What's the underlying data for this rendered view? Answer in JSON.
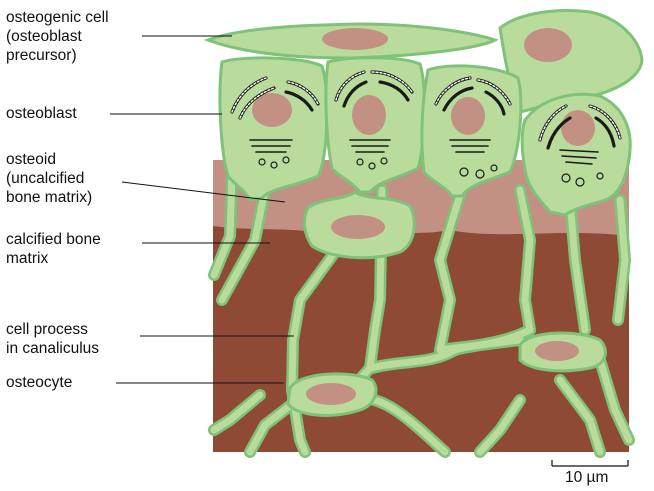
{
  "labels": {
    "osteogenic": "osteogenic cell\n(osteoblast\nprecursor)",
    "osteoblast": "osteoblast",
    "osteoid": "osteoid\n(uncalcified\nbone matrix)",
    "calcified": "calcified bone\nmatrix",
    "cell_process": "cell process\nin canaliculus",
    "osteocyte": "osteocyte"
  },
  "scale_bar": {
    "label": "10 µm"
  },
  "colors": {
    "cell_fill": "#b9dc9c",
    "cell_border": "#7fc279",
    "cell_rim": "#eef3b4",
    "nucleus": "#c29184",
    "osteoid": "#c29184",
    "bone": "#8f4a35",
    "organelle": "#1a1a1a"
  }
}
